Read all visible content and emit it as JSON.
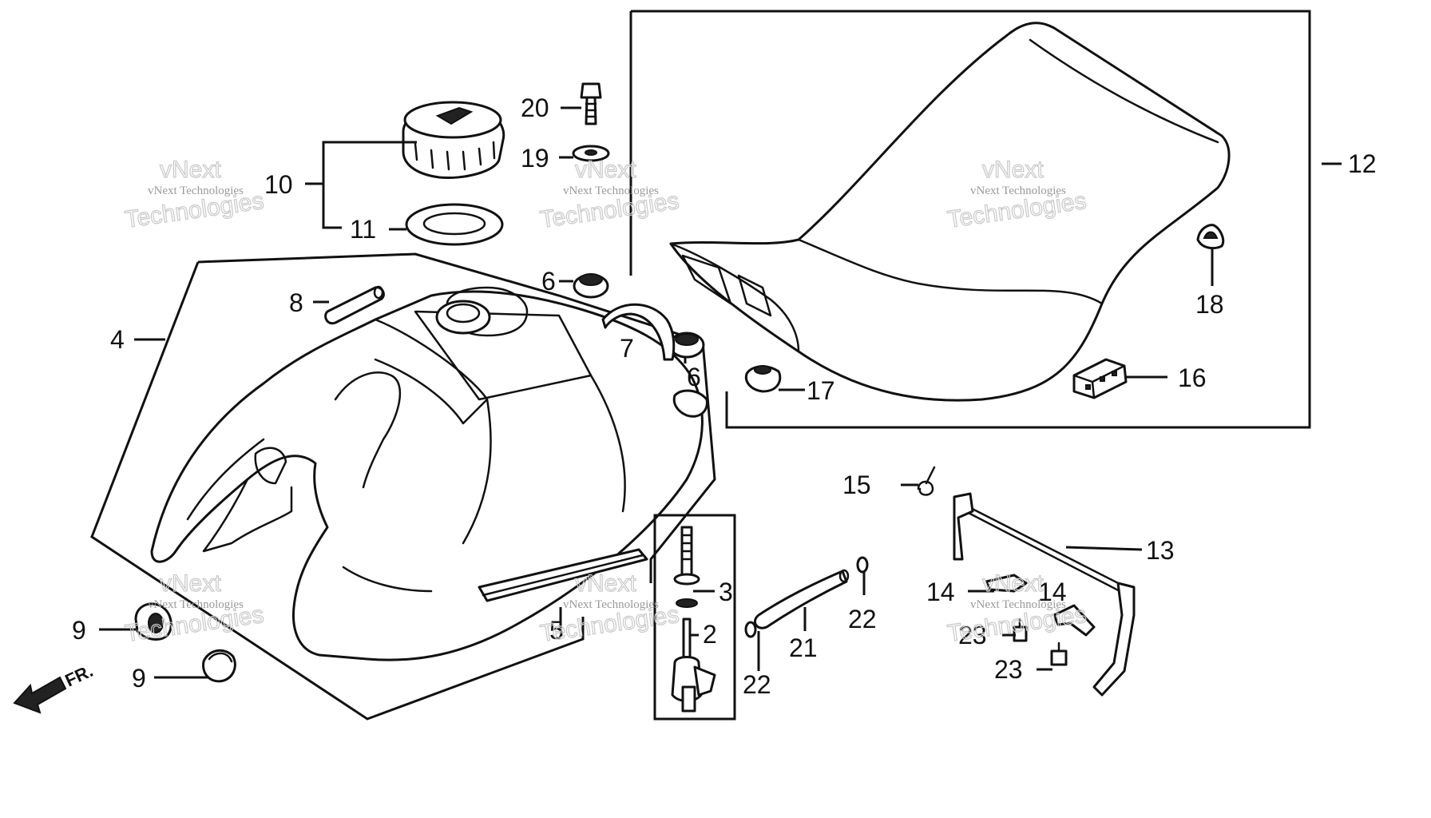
{
  "watermark": {
    "line1": "vNext Technologies",
    "line2": "Technologies",
    "line3": "vNext"
  },
  "arrow_label": "FR.",
  "callouts": {
    "c2": "2",
    "c3": "3",
    "c4": "4",
    "c5": "5",
    "c6a": "6",
    "c6b": "6",
    "c7": "7",
    "c8": "8",
    "c9a": "9",
    "c9b": "9",
    "c10": "10",
    "c11": "11",
    "c12": "12",
    "c13": "13",
    "c14a": "14",
    "c14b": "14",
    "c15": "15",
    "c16": "16",
    "c17": "17",
    "c18": "18",
    "c19": "19",
    "c20": "20",
    "c21": "21",
    "c22a": "22",
    "c22b": "22",
    "c23a": "23",
    "c23b": "23"
  }
}
